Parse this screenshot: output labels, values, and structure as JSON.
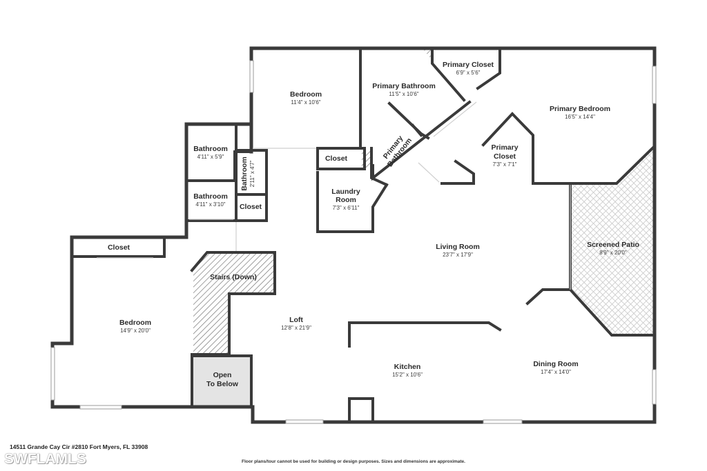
{
  "rooms": {
    "bedroom_top": {
      "name": "Bedroom",
      "dim": "11'4\" x 10'6\""
    },
    "primary_bathroom": {
      "name": "Primary Bathroom",
      "dim": "11'5\" x 10'6\""
    },
    "primary_closet_top": {
      "name": "Primary Closet",
      "dim": "6'9\" x 5'6\""
    },
    "primary_bedroom": {
      "name": "Primary Bedroom",
      "dim": "16'5\" x 14'4\""
    },
    "bathroom_a": {
      "name": "Bathroom",
      "dim": "4'11\" x 5'9\""
    },
    "bathroom_narrow": {
      "name": "Bathroom",
      "dim": "2'11\" x 4'7\""
    },
    "bathroom_b": {
      "name": "Bathroom",
      "dim": "4'11\" x 3'10\""
    },
    "closet_small": {
      "name": "Closet"
    },
    "closet_mid": {
      "name": "Closet"
    },
    "closet_left": {
      "name": "Closet"
    },
    "primary_bathroom_diag": {
      "name_line1": "Primary",
      "name_line2": "Bathroom"
    },
    "primary_closet_inner": {
      "name": "Primary",
      "name2": "Closet",
      "dim": "7'3\" x 7'1\""
    },
    "laundry": {
      "name": "Laundry",
      "name2": "Room",
      "dim": "7'3\" x 6'11\""
    },
    "living_room": {
      "name": "Living Room",
      "dim": "23'7\" x 17'9\""
    },
    "screened_patio": {
      "name": "Screened Patio",
      "dim": "8'9\" x 20'0\""
    },
    "stairs": {
      "name": "Stairs (Down)"
    },
    "open_below": {
      "name": "Open",
      "name2": "To Below"
    },
    "bedroom_left": {
      "name": "Bedroom",
      "dim": "14'9\" x 20'0\""
    },
    "loft": {
      "name": "Loft",
      "dim": "12'8\" x 21'9\""
    },
    "kitchen": {
      "name": "Kitchen",
      "dim": "15'2\" x 10'6\""
    },
    "dining_room": {
      "name": "Dining Room",
      "dim": "17'4\" x 14'0\""
    }
  },
  "footer": {
    "address": "14511 Grande Cay Cir #2810 Fort Myers, FL 33908",
    "disclaimer": "Floor plans/tour cannot be used for building or design purposes. Sizes and dimensions are approximate.",
    "watermark": "SWFLAMLS"
  },
  "colors": {
    "wall": "#3a3a3a",
    "open_below_fill": "#e4e4e4",
    "stairs_hatch": "#777777",
    "patio_tile": "#cccccc"
  }
}
